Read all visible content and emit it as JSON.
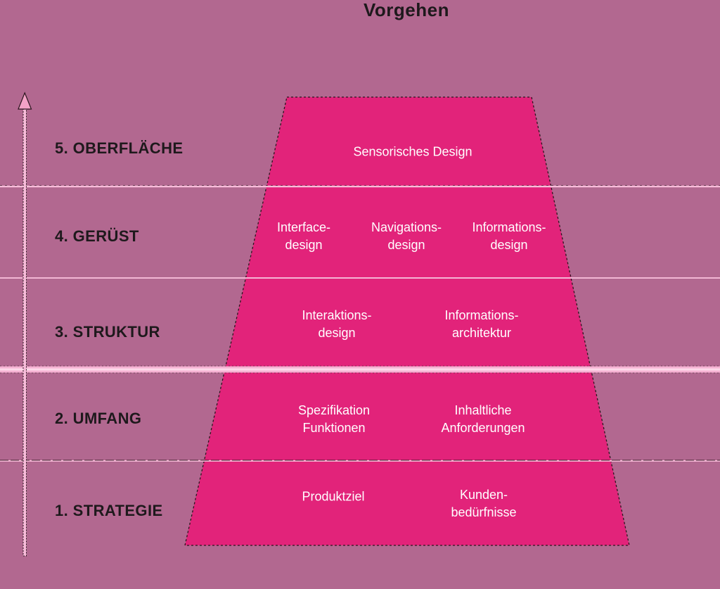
{
  "title": "Vorgehen",
  "colors": {
    "background": "#b26890",
    "funnel": "#e2237a",
    "divider_pink": "#f7bcd9",
    "divider_highlight": "#f6b3d4",
    "divider_highlight_core": "#fdd9ea",
    "axis_pink": "#f7bcd9",
    "arrowhead_pink": "#f2a2c6",
    "outline_dark": "#2a161e",
    "title_text": "#1e191c",
    "item_text": "#ffffff"
  },
  "levels": [
    {
      "label": "5. OBERFLÄCHE",
      "items": [
        "Sensorisches Design"
      ]
    },
    {
      "label": "4. GERÜST",
      "items": [
        "Interface-\ndesign",
        "Navigations-\ndesign",
        "Informations-\ndesign"
      ]
    },
    {
      "label": "3. STRUKTUR",
      "items": [
        "Interaktions-\ndesign",
        "Informations-\narchitektur"
      ]
    },
    {
      "label": "2. UMFANG",
      "items": [
        "Spezifikation\nFunktionen",
        "Inhaltliche\nAnforderungen"
      ]
    },
    {
      "label": "1. STRATEGIE",
      "items": [
        "Produktziel",
        "Kunden-\nbedürfnisse"
      ]
    }
  ]
}
